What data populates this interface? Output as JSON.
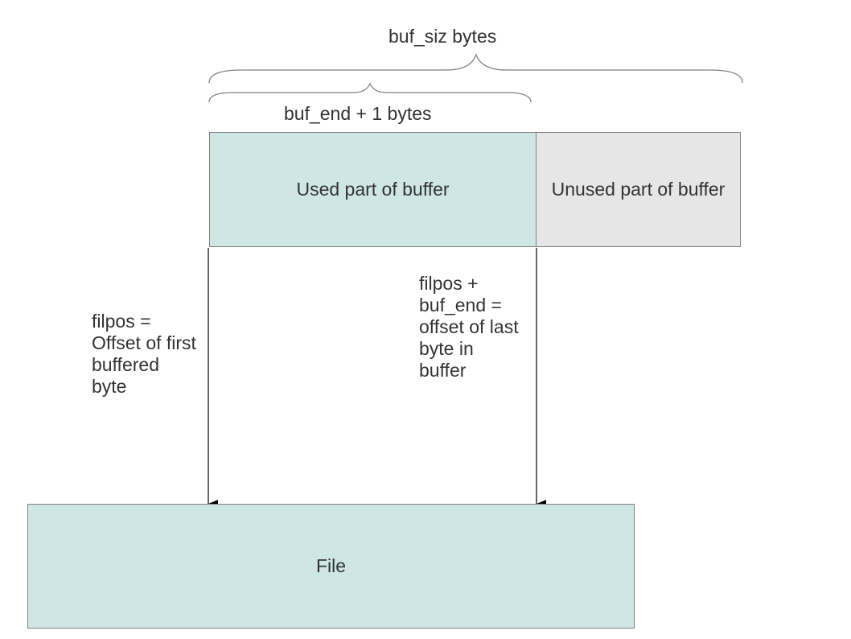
{
  "labels": {
    "buf_siz": "buf_siz bytes",
    "buf_end": "buf_end + 1 bytes",
    "filpos_start": "filpos =\nOffset of first\nbuffered\nbyte",
    "filpos_end": "filpos +\nbuf_end =\noffset of last\nbyte in\nbuffer"
  },
  "boxes": {
    "used": "Used part of buffer",
    "unused": "Unused part of buffer",
    "file": "File"
  },
  "colors": {
    "used_fill": "#cfe7e4",
    "unused_fill": "#e6e6e6",
    "file_fill": "#cfe7e4",
    "border": "#7f7f7f",
    "line": "#000000",
    "brace": "#7f7f7f"
  }
}
